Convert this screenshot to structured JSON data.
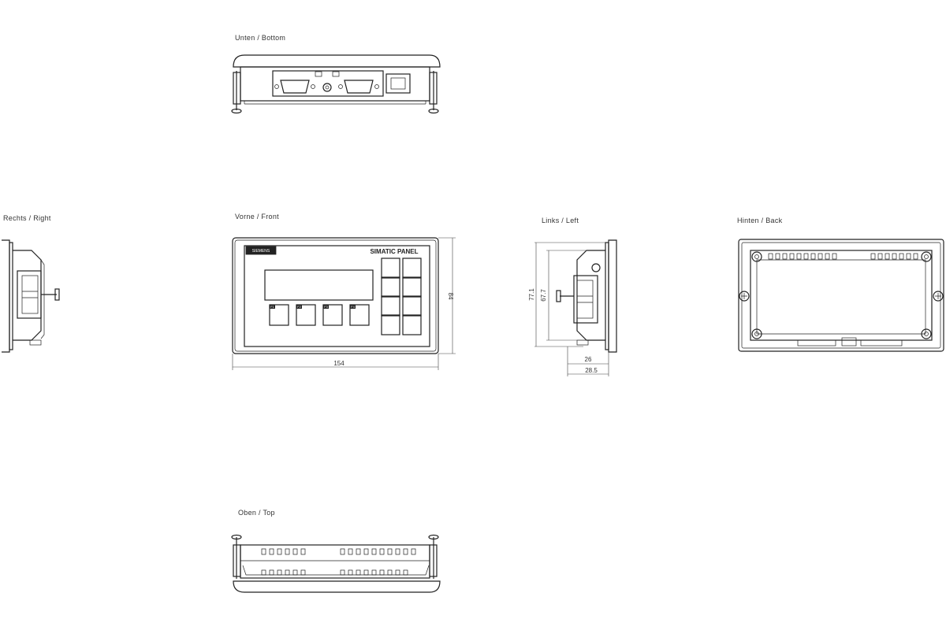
{
  "views": {
    "bottom": "Unten  /  Bottom",
    "right": "Rechts  /  Right",
    "front": "Vorne  /  Front",
    "left": "Links  /  Left",
    "back": "Hinten  /  Back",
    "top": "Oben  /  Top"
  },
  "front_panel": {
    "brand": "SIMATIC PANEL",
    "logo": "SIEMENS",
    "function_keys": [
      "F1",
      "F2",
      "F3",
      "F4"
    ]
  },
  "dimensions": {
    "width": "154",
    "height": "84",
    "left_height_outer": "77.1",
    "left_height_inner": "67.7",
    "depth_inner": "26",
    "depth_outer": "28.5"
  }
}
